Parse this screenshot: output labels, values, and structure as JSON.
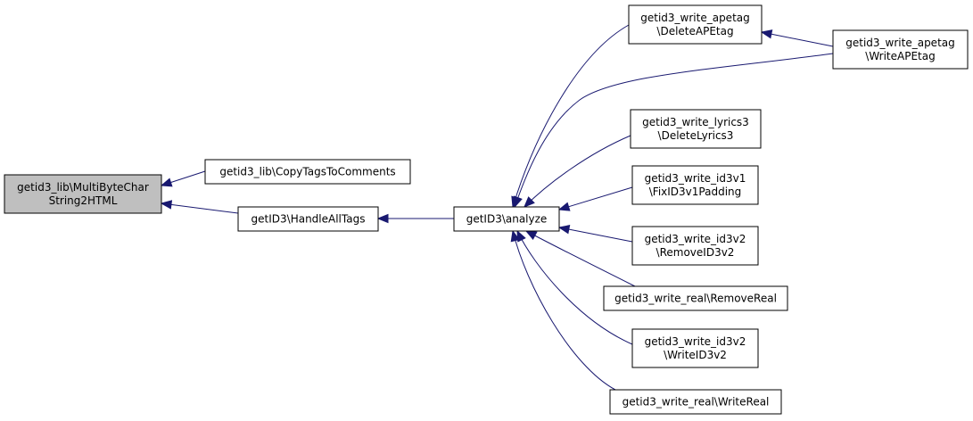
{
  "nodes": [
    {
      "id": "mbc",
      "lines": [
        "getid3_lib\\MultiByteChar",
        "String2HTML"
      ],
      "highlight": true
    },
    {
      "id": "copy",
      "lines": [
        "getid3_lib\\CopyTagsToComments"
      ]
    },
    {
      "id": "handle",
      "lines": [
        "getID3\\HandleAllTags"
      ]
    },
    {
      "id": "analyze",
      "lines": [
        "getID3\\analyze"
      ]
    },
    {
      "id": "delape",
      "lines": [
        "getid3_write_apetag",
        "\\DeleteAPEtag"
      ]
    },
    {
      "id": "writeape",
      "lines": [
        "getid3_write_apetag",
        "\\WriteAPEtag"
      ]
    },
    {
      "id": "dellyr",
      "lines": [
        "getid3_write_lyrics3",
        "\\DeleteLyrics3"
      ]
    },
    {
      "id": "fixid3",
      "lines": [
        "getid3_write_id3v1",
        "\\FixID3v1Padding"
      ]
    },
    {
      "id": "remid3",
      "lines": [
        "getid3_write_id3v2",
        "\\RemoveID3v2"
      ]
    },
    {
      "id": "remreal",
      "lines": [
        "getid3_write_real\\RemoveReal"
      ]
    },
    {
      "id": "writeid3",
      "lines": [
        "getid3_write_id3v2",
        "\\WriteID3v2"
      ]
    },
    {
      "id": "writereal",
      "lines": [
        "getid3_write_real\\WriteReal"
      ]
    }
  ],
  "edges": [
    {
      "from": "copy",
      "to": "mbc"
    },
    {
      "from": "handle",
      "to": "mbc"
    },
    {
      "from": "analyze",
      "to": "handle"
    },
    {
      "from": "delape",
      "to": "analyze"
    },
    {
      "from": "writeape",
      "to": "analyze"
    },
    {
      "from": "writeape",
      "to": "delape"
    },
    {
      "from": "dellyr",
      "to": "analyze"
    },
    {
      "from": "fixid3",
      "to": "analyze"
    },
    {
      "from": "remid3",
      "to": "analyze"
    },
    {
      "from": "remreal",
      "to": "analyze"
    },
    {
      "from": "writeid3",
      "to": "analyze"
    },
    {
      "from": "writereal",
      "to": "analyze"
    }
  ],
  "colors": {
    "edge": "#191970",
    "highlight_fill": "#bfbfbf",
    "node_border": "#000000"
  }
}
